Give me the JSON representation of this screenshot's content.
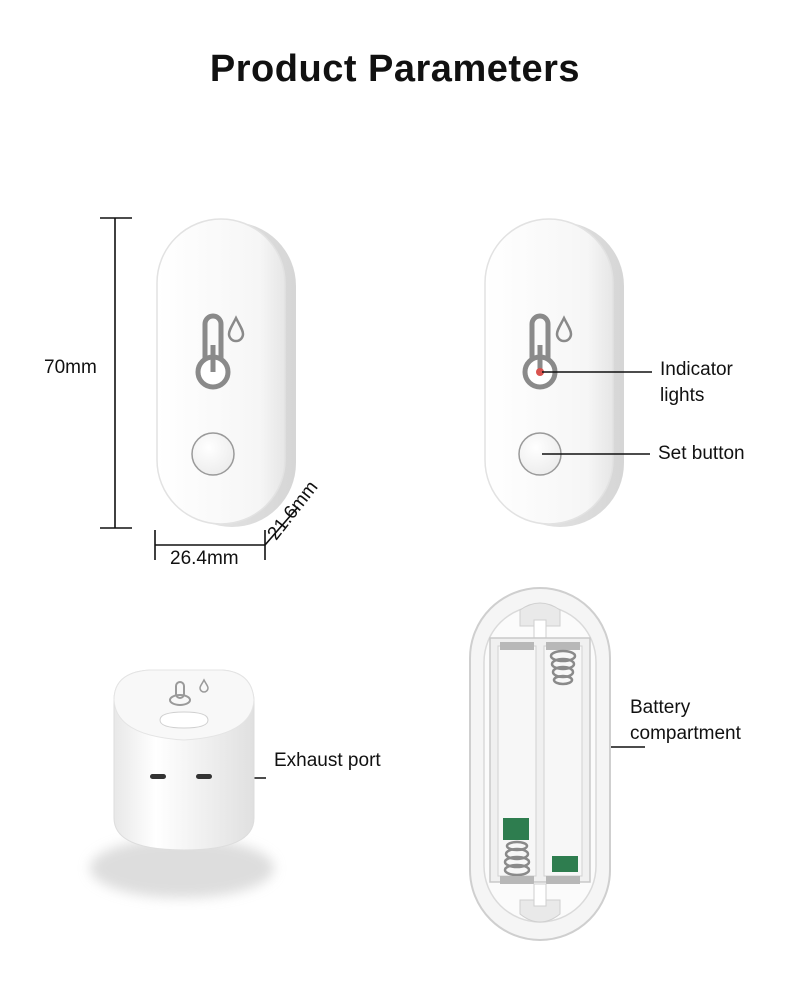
{
  "title": "Product Parameters",
  "dimensions": {
    "height": "70mm",
    "width": "26.4mm",
    "depth": "21.6mm"
  },
  "callouts": {
    "indicator_line1": "Indicator",
    "indicator_line2": "lights",
    "set_button": "Set button",
    "exhaust_port": "Exhaust port",
    "battery_line1": "Battery",
    "battery_line2": "compartment"
  },
  "icons": [
    "thermometer-icon",
    "water-drop-icon"
  ],
  "colors": {
    "device_body": "#f7f7f7",
    "icon_gray": "#8a8a8a",
    "indicator_red": "#d9534f",
    "pcb_green": "#2e7d4f"
  }
}
